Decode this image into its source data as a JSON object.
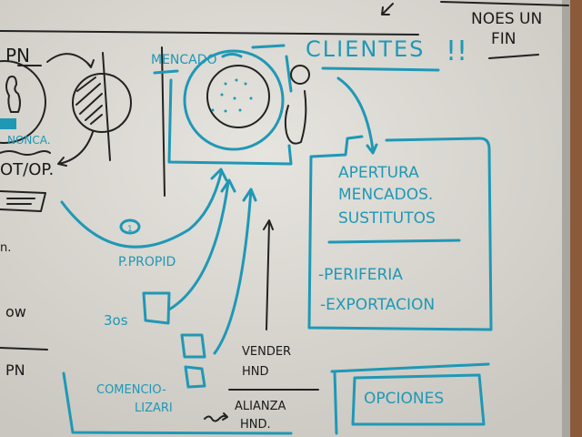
{
  "colors": {
    "board": "#d9d7d0",
    "blue_marker": "#1f98b6",
    "black_marker": "#1a1a1a",
    "frame": "#8a5a3a"
  },
  "left": {
    "pn_top": "PN",
    "nonca": "NONCA.",
    "otop": "OT/OP.",
    "frag_n": "n.",
    "frag_ow": "ow",
    "pn_bottom": "PN"
  },
  "center": {
    "mercado": "MENCADO",
    "p_propid": "P.PROPID",
    "circle_num": "1",
    "terceros": "3os",
    "comercio_1": "COMENCIO-",
    "comercio_2": "LIZARI"
  },
  "header": {
    "clientes": "CLIENTES",
    "exclaim": "!!",
    "note_line1": "NOES UN",
    "note_line2": "FIN"
  },
  "box": {
    "line1": "APERTURA",
    "line2": "MENCADOS.",
    "line3": "SUSTITUTOS",
    "item1": "-PERIFERIA",
    "item2": "-EXPORTACION"
  },
  "bottom": {
    "vender_1": "VENDER",
    "vender_2": "HND",
    "alianza_1": "ALIANZA",
    "alianza_2": "HND.",
    "opciones": "OPCIONES"
  }
}
